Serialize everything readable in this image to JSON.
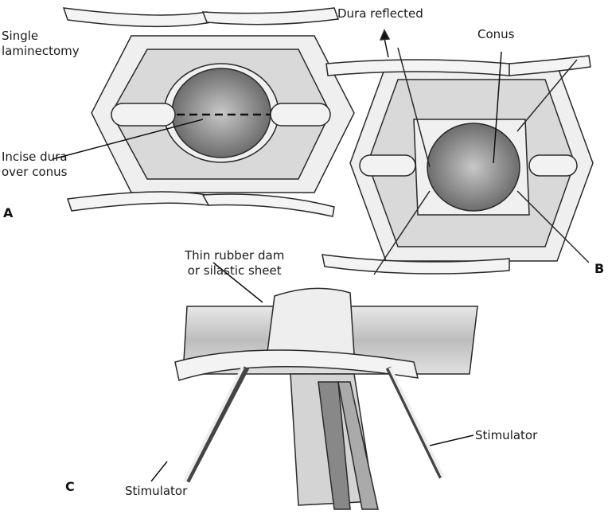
{
  "panels": {
    "a": "A",
    "b": "B",
    "c": "C"
  },
  "labels": {
    "single_laminectomy": [
      "Single",
      "laminectomy"
    ],
    "incise_dura": [
      "Incise dura",
      "over conus"
    ],
    "dura_reflected": "Dura reflected",
    "conus": "Conus",
    "rubber_dam": [
      "Thin rubber dam",
      "or silastic sheet"
    ],
    "stimulator_right": "Stimulator",
    "stimulator_left": "Stimulator"
  },
  "colors": {
    "ink": "#2a2a2a",
    "shade": "#9a9a9a",
    "light": "#e6e6e6",
    "dark": "#555555"
  }
}
